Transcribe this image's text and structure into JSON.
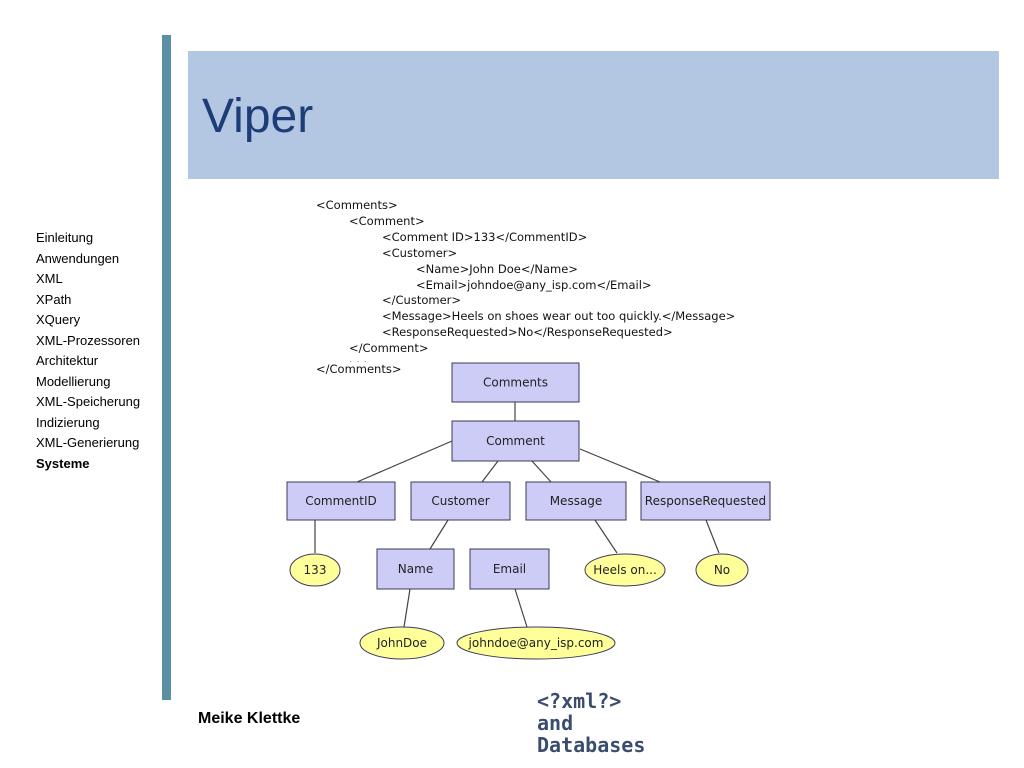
{
  "slide": {
    "title": "Viper",
    "author": "Meike Klettke"
  },
  "nav": {
    "items": [
      {
        "label": "Einleitung",
        "active": false
      },
      {
        "label": "Anwendungen",
        "active": false
      },
      {
        "label": "XML",
        "active": false
      },
      {
        "label": "XPath",
        "active": false
      },
      {
        "label": "XQuery",
        "active": false
      },
      {
        "label": "XML-Prozessoren",
        "active": false
      },
      {
        "label": "Architektur",
        "active": false
      },
      {
        "label": "Modellierung",
        "active": false
      },
      {
        "label": "XML-Speicherung",
        "active": false
      },
      {
        "label": "Indizierung",
        "active": false
      },
      {
        "label": "XML-Generierung",
        "active": false
      },
      {
        "label": "Systeme",
        "active": true
      }
    ]
  },
  "xml_code": {
    "lines": [
      "<Comments>",
      "<Comment>",
      "<Comment ID>133</CommentID>",
      "<Customer>",
      "<Name>John Doe</Name>",
      "<Email>johndoe@any_isp.com</Email>",
      "</Customer>",
      "<Message>Heels on shoes wear out too quickly.</Message>",
      "<ResponseRequested>No</ResponseRequested>",
      "</Comment>",
      ". . .",
      "</Comments>"
    ]
  },
  "tree": {
    "comments": "Comments",
    "comment": "Comment",
    "commentid": "CommentID",
    "customer": "Customer",
    "message": "Message",
    "responserequested": "ResponseRequested",
    "name": "Name",
    "email": "Email",
    "val_133": "133",
    "val_heels": "Heels on...",
    "val_no": "No",
    "val_johndoe": "JohnDoe",
    "val_email": "johndoe@any_isp.com"
  },
  "logo": {
    "line1": "<?xml?>",
    "line2": "and",
    "line3": "Databases"
  },
  "colors": {
    "accent_bar": "#5b8fa3",
    "header_bg": "#b4c7e2",
    "title": "#1e3d78",
    "node": "#ccccf6",
    "leaf": "#ffff99"
  }
}
